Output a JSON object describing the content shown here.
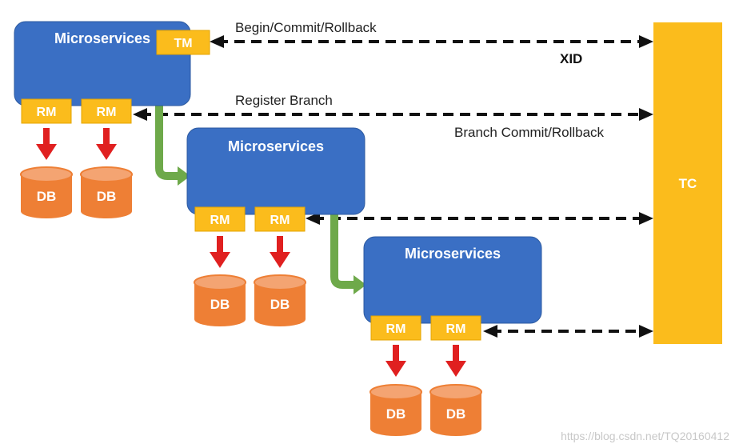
{
  "colors": {
    "microservice": "#3a6fc4",
    "microservice_border": "#2c5aa0",
    "resource_box": "#fbbc1c",
    "tc": "#fbbc1c",
    "db": "#ee7f35",
    "db_top": "#f4a472",
    "red_arrow": "#e02020",
    "green_arrow": "#6ea94a",
    "dashed": "#111111"
  },
  "tc": {
    "label": "TC"
  },
  "tm": {
    "label": "TM"
  },
  "rm": {
    "label": "RM"
  },
  "db": {
    "label": "DB"
  },
  "microservices": [
    {
      "label": "Microservices"
    },
    {
      "label": "Microservices"
    },
    {
      "label": "Microservices"
    }
  ],
  "flows": {
    "begin": "Begin/Commit/Rollback",
    "xid": "XID",
    "register": "Register Branch",
    "branch_commit": "Branch Commit/Rollback"
  },
  "watermark": "https://blog.csdn.net/TQ20160412"
}
